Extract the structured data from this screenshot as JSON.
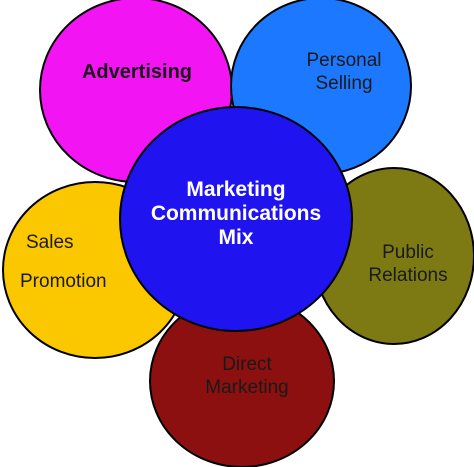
{
  "center": {
    "lines": [
      "Marketing",
      "Communications",
      "Mix"
    ],
    "color": "#1f14f0"
  },
  "petals": [
    {
      "id": "advertising",
      "lines": [
        "Advertising"
      ],
      "color": "#f314f3"
    },
    {
      "id": "personal-selling",
      "lines": [
        "Personal",
        "Selling"
      ],
      "color": "#1c78ff"
    },
    {
      "id": "public-relations",
      "lines": [
        "Public",
        "Relations"
      ],
      "color": "#7d7a14"
    },
    {
      "id": "direct-marketing",
      "lines": [
        "Direct",
        "Marketing"
      ],
      "color": "#8c1010"
    },
    {
      "id": "sales-promotion",
      "lines": [
        "Sales",
        "Promotion"
      ],
      "color": "#fbc800"
    }
  ]
}
